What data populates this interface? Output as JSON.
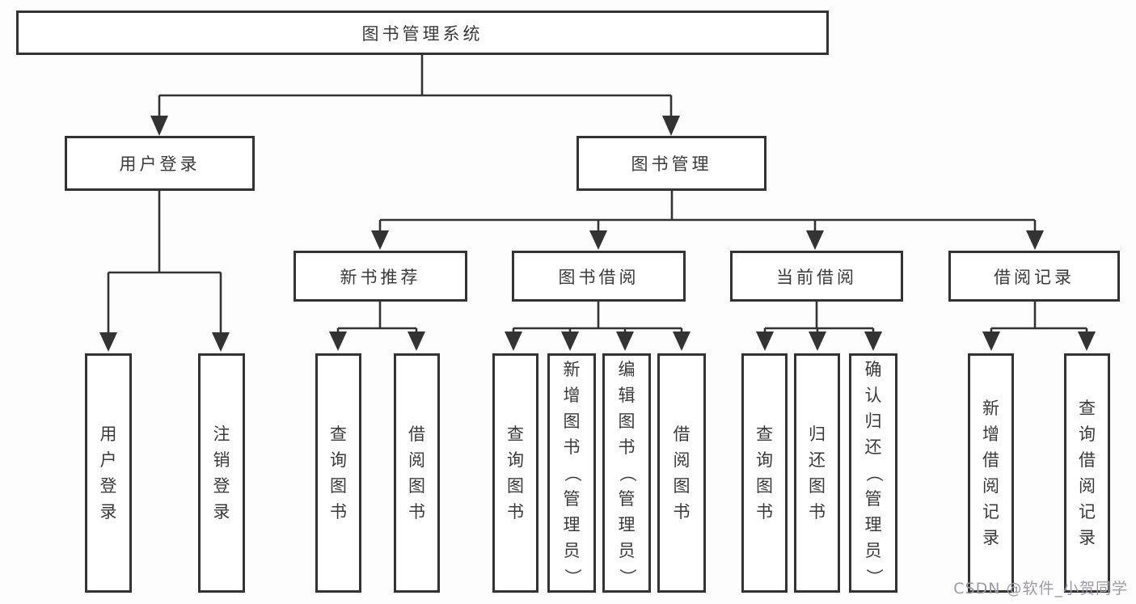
{
  "diagram": {
    "root": {
      "label": "图书管理系统"
    },
    "branches": [
      {
        "label": "用户登录",
        "children": [
          {
            "label": "用户登录"
          },
          {
            "label": "注销登录"
          }
        ]
      },
      {
        "label": "图书管理",
        "children": [
          {
            "label": "新书推荐",
            "children": [
              {
                "label": "查询图书"
              },
              {
                "label": "借阅图书"
              }
            ]
          },
          {
            "label": "图书借阅",
            "children": [
              {
                "label": "查询图书"
              },
              {
                "label": "新增图书（管理员）"
              },
              {
                "label": "编辑图书（管理员）"
              },
              {
                "label": "借阅图书"
              }
            ]
          },
          {
            "label": "当前借阅",
            "children": [
              {
                "label": "查询图书"
              },
              {
                "label": "归还图书"
              },
              {
                "label": "确认归还（管理员）"
              }
            ]
          },
          {
            "label": "借阅记录",
            "children": [
              {
                "label": "新增借阅记录"
              },
              {
                "label": "查询借阅记录"
              }
            ]
          }
        ]
      }
    ]
  },
  "watermark": {
    "text": "CSDN @软件_小贺同学"
  },
  "colors": {
    "line": "#333333",
    "text": "#3a3a3a",
    "background": "#fdfdfe",
    "watermark_text": "#9d9aa2"
  }
}
